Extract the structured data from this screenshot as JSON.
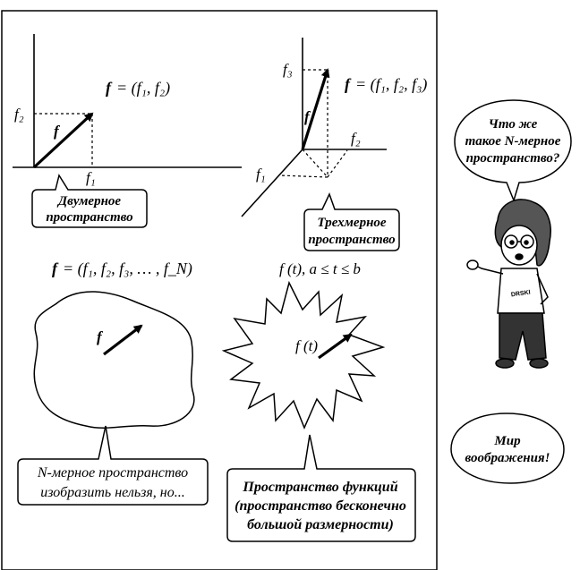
{
  "labels": {
    "vec_f": "f",
    "eq_2d": "= (f₁, f₂)",
    "f1_2d": "f₁",
    "f2_2d": "f₂",
    "eq_3d": "= (f₁, f₂, f₃)",
    "f3_3d": "f₃",
    "f2_3d": "f₂",
    "f1_3d": "f₁",
    "eq_nd": "= (f₁, f₂, f₃, … , f_N)",
    "eq_func": "f (t), a ≤ t ≤ b",
    "ft_label": "f (t)",
    "f_nd_vec": "f",
    "f_2d_vec": "f",
    "f_3d_vec": "f"
  },
  "captions": {
    "two_d_line1": "Двумерное",
    "two_d_line2": "пространство",
    "three_d_line1": "Трехмерное",
    "three_d_line2": "пространство",
    "nd_line1": "N-мерное пространство",
    "nd_line2": "изобразить нельзя, но...",
    "func_line1": "Пространство функций",
    "func_line2": "(пространство бесконечно",
    "func_line3": "большой размерности)"
  },
  "speech": {
    "question_line1": "Что же",
    "question_line2": "такое N-мерное",
    "question_line3": "пространство?",
    "answer_line1": "Мир",
    "answer_line2": "воображения!"
  },
  "character": {
    "shirt_text": "DRSKI"
  }
}
